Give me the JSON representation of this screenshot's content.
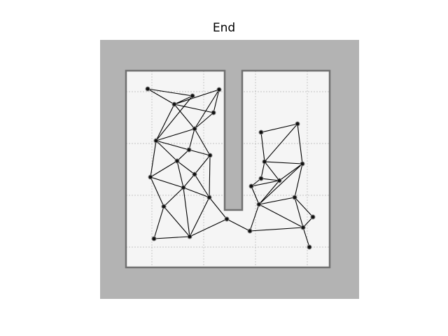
{
  "title": "End",
  "colors": {
    "outer_region": "#b3b3b3",
    "free_space": "#f5f5f5",
    "wall_outline": "#707070",
    "grid": "#b4b4b4",
    "edge": "#000000",
    "node_fill": "#111111",
    "node_stroke": "#888888"
  },
  "grid": {
    "visible": true,
    "style": "dashed"
  },
  "graph": {
    "nodes": [
      {
        "id": "n1"
      },
      {
        "id": "n2"
      },
      {
        "id": "n3"
      },
      {
        "id": "n4"
      },
      {
        "id": "n5"
      },
      {
        "id": "n6"
      },
      {
        "id": "n7"
      },
      {
        "id": "n8"
      },
      {
        "id": "n9"
      },
      {
        "id": "n10"
      },
      {
        "id": "n11"
      },
      {
        "id": "n12"
      },
      {
        "id": "n13"
      },
      {
        "id": "n14"
      },
      {
        "id": "n15"
      },
      {
        "id": "n16"
      },
      {
        "id": "n17"
      },
      {
        "id": "n18"
      },
      {
        "id": "n19"
      },
      {
        "id": "n20"
      },
      {
        "id": "n21"
      },
      {
        "id": "n22"
      },
      {
        "id": "n23"
      },
      {
        "id": "n24"
      },
      {
        "id": "n25"
      },
      {
        "id": "n26"
      },
      {
        "id": "n27"
      },
      {
        "id": "n28"
      },
      {
        "id": "n29"
      },
      {
        "id": "n30"
      },
      {
        "id": "n31"
      }
    ],
    "edges": [
      [
        "n1",
        "n2"
      ],
      [
        "n1",
        "n3"
      ],
      [
        "n2",
        "n3"
      ],
      [
        "n3",
        "n4"
      ],
      [
        "n4",
        "n5"
      ],
      [
        "n3",
        "n5"
      ],
      [
        "n3",
        "n7"
      ],
      [
        "n2",
        "n7"
      ],
      [
        "n4",
        "n6"
      ],
      [
        "n5",
        "n6"
      ],
      [
        "n3",
        "n6"
      ],
      [
        "n6",
        "n7"
      ],
      [
        "n6",
        "n8"
      ],
      [
        "n6",
        "n9"
      ],
      [
        "n7",
        "n8"
      ],
      [
        "n7",
        "n11"
      ],
      [
        "n7",
        "n10"
      ],
      [
        "n8",
        "n9"
      ],
      [
        "n8",
        "n10"
      ],
      [
        "n9",
        "n12"
      ],
      [
        "n10",
        "n12"
      ],
      [
        "n10",
        "n11"
      ],
      [
        "n10",
        "n13"
      ],
      [
        "n11",
        "n13"
      ],
      [
        "n12",
        "n13"
      ],
      [
        "n12",
        "n14"
      ],
      [
        "n9",
        "n14"
      ],
      [
        "n13",
        "n14"
      ],
      [
        "n11",
        "n15"
      ],
      [
        "n13",
        "n15"
      ],
      [
        "n13",
        "n17"
      ],
      [
        "n15",
        "n17"
      ],
      [
        "n14",
        "n17"
      ],
      [
        "n15",
        "n16"
      ],
      [
        "n16",
        "n17"
      ],
      [
        "n14",
        "n18"
      ],
      [
        "n17",
        "n18"
      ],
      [
        "n18",
        "n19"
      ],
      [
        "n20",
        "n21"
      ],
      [
        "n20",
        "n22"
      ],
      [
        "n21",
        "n22"
      ],
      [
        "n22",
        "n23"
      ],
      [
        "n22",
        "n25"
      ],
      [
        "n23",
        "n24"
      ],
      [
        "n24",
        "n25"
      ],
      [
        "n22",
        "n24"
      ],
      [
        "n21",
        "n25"
      ],
      [
        "n23",
        "n26"
      ],
      [
        "n24",
        "n26"
      ],
      [
        "n25",
        "n27"
      ],
      [
        "n24",
        "n27"
      ],
      [
        "n26",
        "n27"
      ],
      [
        "n27",
        "n28"
      ],
      [
        "n25",
        "n28"
      ],
      [
        "n27",
        "n19"
      ],
      [
        "n19",
        "n29"
      ],
      [
        "n27",
        "n29"
      ],
      [
        "n28",
        "n29"
      ],
      [
        "n29",
        "n30"
      ],
      [
        "n28",
        "n30"
      ],
      [
        "n29",
        "n31"
      ]
    ]
  }
}
